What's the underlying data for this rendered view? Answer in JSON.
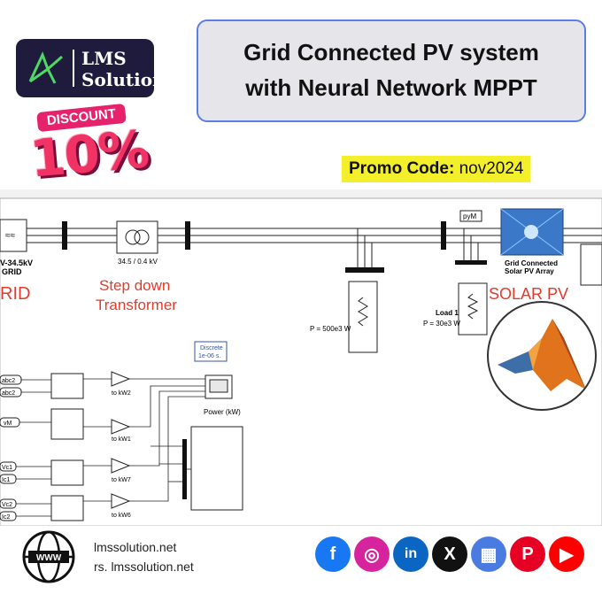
{
  "brand": {
    "line1": "LMS",
    "line2": "Solution"
  },
  "discount": {
    "tag": "DISCOUNT",
    "value": "10%"
  },
  "title": {
    "line1": "Grid Connected PV system",
    "line2": "with Neural Network MPPT"
  },
  "promo": {
    "label": "Promo Code:",
    "code": "nov2024"
  },
  "diagram": {
    "grid_block_label1": "V-34.5kV",
    "grid_block_label2": "GRID",
    "grid_title": "RID",
    "transformer_label": "34.5 / 0.4 kV",
    "transformer_title1": "Step down",
    "transformer_title2": "Transformer",
    "load_p": "P = 500e3 W",
    "load1_label": "Load 1",
    "load1_p": "P = 30e3 W",
    "pv_label1": "Grid Connected",
    "pv_label2": "Solar PV Array",
    "pv_title": "SOLAR PV",
    "pvm_label": "pyM",
    "discrete_label1": "Discrete",
    "discrete_label2": "1e-06 s.",
    "power_label": "Power (kW)",
    "sig_labels": [
      "abc2",
      "abc2",
      "vM",
      "Vc1",
      "Ic1",
      "Vc2",
      "Ic2"
    ],
    "gain_labels": [
      "to kW2",
      "to kW1",
      "to kW7",
      "to kW6"
    ]
  },
  "footer": {
    "www": "WWW",
    "url1": "lmssolution.net",
    "url2": "rs. lmssolution.net"
  },
  "social": [
    {
      "name": "facebook",
      "color": "#1877f2",
      "glyph": "f"
    },
    {
      "name": "instagram",
      "color": "#d6249f",
      "glyph": "◎"
    },
    {
      "name": "linkedin",
      "color": "#0a66c2",
      "glyph": "in"
    },
    {
      "name": "x",
      "color": "#111111",
      "glyph": "X"
    },
    {
      "name": "shop",
      "color": "#4a7be0",
      "glyph": "▦"
    },
    {
      "name": "pinterest",
      "color": "#e60023",
      "glyph": "P"
    },
    {
      "name": "youtube",
      "color": "#ff0000",
      "glyph": "▶"
    }
  ]
}
